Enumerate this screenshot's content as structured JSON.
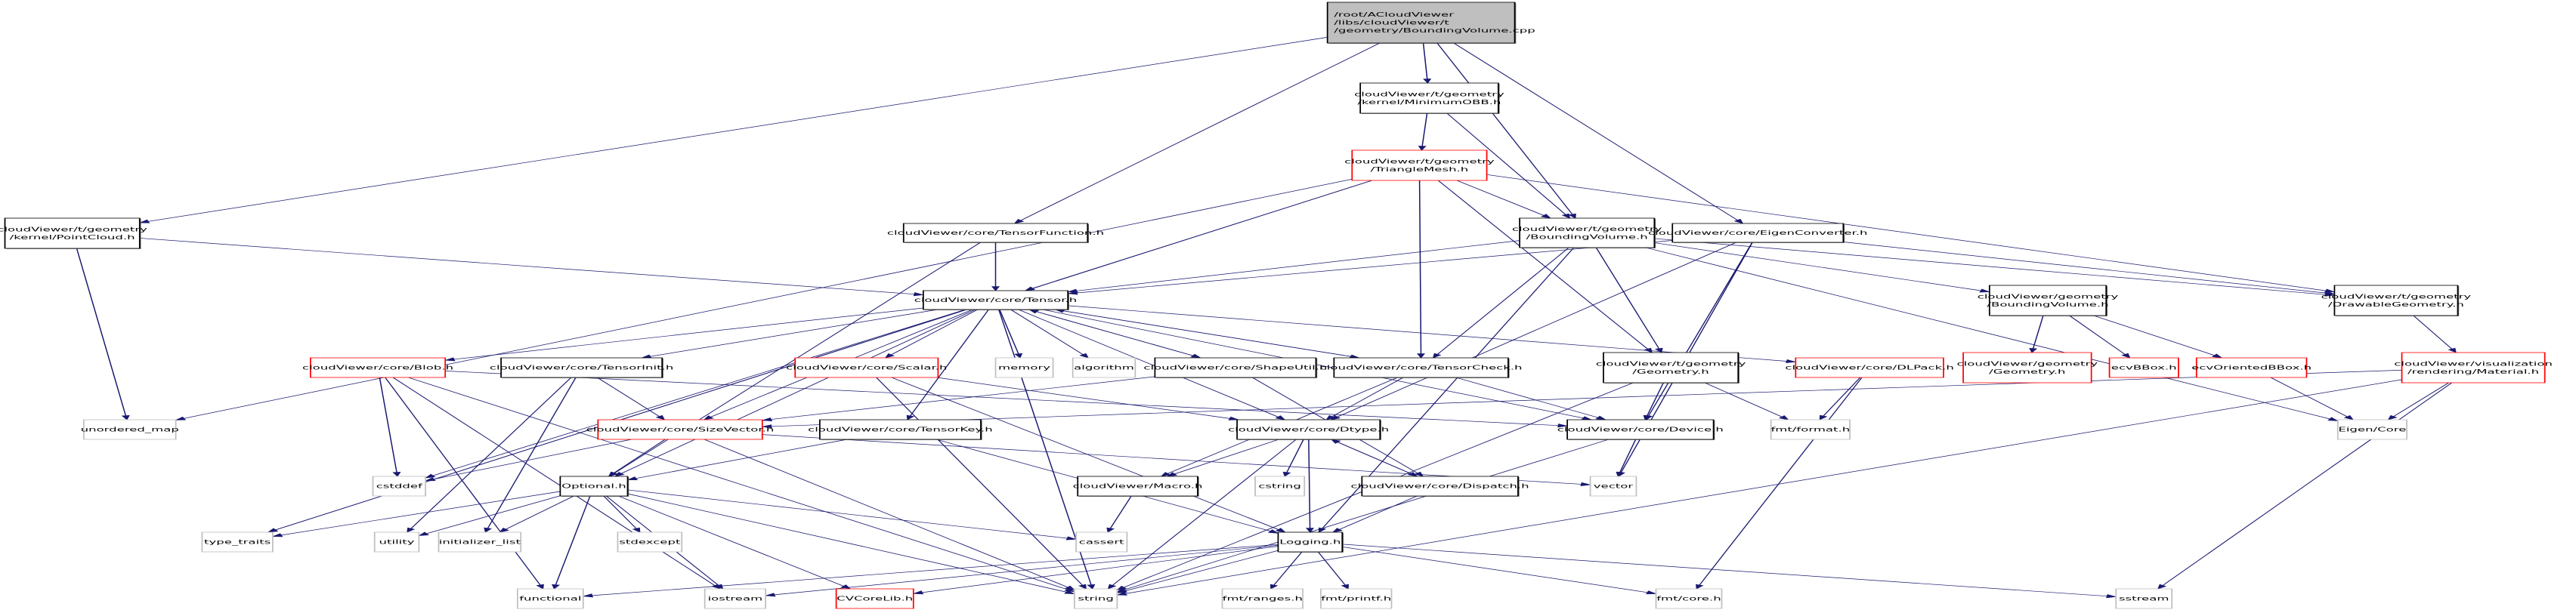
{
  "colors": {
    "edge": "#191970",
    "root_fill": "#bfbfbf",
    "node_border": "#000000",
    "incomplete_border": "#ff0000",
    "system_border": "#bfbfbf",
    "node_fill": "#ffffff"
  },
  "nodes": {
    "root": {
      "lines": [
        "/root/ACloudViewer",
        "/libs/cloudViewer/t",
        "/geometry/BoundingVolume.cpp"
      ],
      "kind": "root"
    },
    "pointcloud": {
      "lines": [
        "cloudViewer/t/geometry",
        "/kernel/PointCloud.h"
      ],
      "kind": "normal"
    },
    "minimumobb": {
      "lines": [
        "cloudViewer/t/geometry",
        "/kernel/MinimumOBB.h"
      ],
      "kind": "normal"
    },
    "trianglemesh": {
      "lines": [
        "cloudViewer/t/geometry",
        "/TriangleMesh.h"
      ],
      "kind": "incomplete"
    },
    "tensorfunction": {
      "lines": [
        "cloudViewer/core/TensorFunction.h"
      ],
      "kind": "normal"
    },
    "t_boundingvolume": {
      "lines": [
        "cloudViewer/t/geometry",
        "/BoundingVolume.h"
      ],
      "kind": "normal"
    },
    "eigenconverter": {
      "lines": [
        "cloudViewer/core/EigenConverter.h"
      ],
      "kind": "normal"
    },
    "g_boundingvolume": {
      "lines": [
        "cloudViewer/geometry",
        "/BoundingVolume.h"
      ],
      "kind": "normal"
    },
    "drawablegeometry": {
      "lines": [
        "cloudViewer/t/geometry",
        "/DrawableGeometry.h"
      ],
      "kind": "normal"
    },
    "tensor": {
      "lines": [
        "cloudViewer/core/Tensor.h"
      ],
      "kind": "normal"
    },
    "blob": {
      "lines": [
        "cloudViewer/core/Blob.h"
      ],
      "kind": "incomplete"
    },
    "tensorinit": {
      "lines": [
        "cloudViewer/core/TensorInit.h"
      ],
      "kind": "normal"
    },
    "scalar": {
      "lines": [
        "cloudViewer/core/Scalar.h"
      ],
      "kind": "incomplete"
    },
    "memory": {
      "lines": [
        "memory"
      ],
      "kind": "system"
    },
    "algorithm": {
      "lines": [
        "algorithm"
      ],
      "kind": "system"
    },
    "shapeutil": {
      "lines": [
        "cloudViewer/core/ShapeUtil.h"
      ],
      "kind": "normal"
    },
    "tensorcheck": {
      "lines": [
        "cloudViewer/core/TensorCheck.h"
      ],
      "kind": "normal"
    },
    "t_geometry": {
      "lines": [
        "cloudViewer/t/geometry",
        "/Geometry.h"
      ],
      "kind": "normal"
    },
    "dlpack": {
      "lines": [
        "cloudViewer/core/DLPack.h"
      ],
      "kind": "incomplete"
    },
    "g_geometry": {
      "lines": [
        "cloudViewer/geometry",
        "/Geometry.h"
      ],
      "kind": "incomplete"
    },
    "ecvbbox": {
      "lines": [
        "ecvBBox.h"
      ],
      "kind": "incomplete"
    },
    "ecvorientedbbox": {
      "lines": [
        "ecvOrientedBBox.h"
      ],
      "kind": "incomplete"
    },
    "material": {
      "lines": [
        "cloudViewer/visualization",
        "/rendering/Material.h"
      ],
      "kind": "incomplete"
    },
    "unordered_map": {
      "lines": [
        "unordered_map"
      ],
      "kind": "system"
    },
    "sizevector": {
      "lines": [
        "cloudViewer/core/SizeVector.h"
      ],
      "kind": "incomplete"
    },
    "tensorkey": {
      "lines": [
        "cloudViewer/core/TensorKey.h"
      ],
      "kind": "normal"
    },
    "dtype": {
      "lines": [
        "cloudViewer/core/Dtype.h"
      ],
      "kind": "normal"
    },
    "device": {
      "lines": [
        "cloudViewer/core/Device.h"
      ],
      "kind": "normal"
    },
    "fmt_format": {
      "lines": [
        "fmt/format.h"
      ],
      "kind": "system"
    },
    "eigen_core": {
      "lines": [
        "Eigen/Core"
      ],
      "kind": "system"
    },
    "cstddef": {
      "lines": [
        "cstddef"
      ],
      "kind": "system"
    },
    "optional": {
      "lines": [
        "Optional.h"
      ],
      "kind": "normal"
    },
    "macro": {
      "lines": [
        "cloudViewer/Macro.h"
      ],
      "kind": "normal"
    },
    "cstring": {
      "lines": [
        "cstring"
      ],
      "kind": "system"
    },
    "dispatch": {
      "lines": [
        "cloudViewer/core/Dispatch.h"
      ],
      "kind": "normal"
    },
    "vector": {
      "lines": [
        "vector"
      ],
      "kind": "system"
    },
    "type_traits": {
      "lines": [
        "type_traits"
      ],
      "kind": "system"
    },
    "utility": {
      "lines": [
        "utility"
      ],
      "kind": "system"
    },
    "initializer_list": {
      "lines": [
        "initializer_list"
      ],
      "kind": "system"
    },
    "stdexcept": {
      "lines": [
        "stdexcept"
      ],
      "kind": "system"
    },
    "cassert": {
      "lines": [
        "cassert"
      ],
      "kind": "system"
    },
    "logging": {
      "lines": [
        "Logging.h"
      ],
      "kind": "normal"
    },
    "functional": {
      "lines": [
        "functional"
      ],
      "kind": "system"
    },
    "iostream": {
      "lines": [
        "iostream"
      ],
      "kind": "system"
    },
    "cvcorelib": {
      "lines": [
        "CVCoreLib.h"
      ],
      "kind": "incomplete"
    },
    "string": {
      "lines": [
        "string"
      ],
      "kind": "system"
    },
    "fmt_ranges": {
      "lines": [
        "fmt/ranges.h"
      ],
      "kind": "system"
    },
    "fmt_printf": {
      "lines": [
        "fmt/printf.h"
      ],
      "kind": "system"
    },
    "fmt_core": {
      "lines": [
        "fmt/core.h"
      ],
      "kind": "system"
    },
    "sstream": {
      "lines": [
        "sstream"
      ],
      "kind": "system"
    }
  },
  "edges": [
    [
      "root",
      "pointcloud"
    ],
    [
      "root",
      "tensorfunction"
    ],
    [
      "root",
      "minimumobb"
    ],
    [
      "root",
      "t_boundingvolume"
    ],
    [
      "root",
      "eigenconverter"
    ],
    [
      "minimumobb",
      "trianglemesh"
    ],
    [
      "minimumobb",
      "t_boundingvolume"
    ],
    [
      "trianglemesh",
      "unordered_map"
    ],
    [
      "trianglemesh",
      "type_traits"
    ],
    [
      "trianglemesh",
      "tensor"
    ],
    [
      "trianglemesh",
      "tensorcheck"
    ],
    [
      "trianglemesh",
      "t_boundingvolume"
    ],
    [
      "trianglemesh",
      "t_geometry"
    ],
    [
      "trianglemesh",
      "drawablegeometry"
    ],
    [
      "pointcloud",
      "unordered_map"
    ],
    [
      "pointcloud",
      "tensor"
    ],
    [
      "tensorfunction",
      "tensor"
    ],
    [
      "tensorfunction",
      "optional"
    ],
    [
      "t_boundingvolume",
      "tensor"
    ],
    [
      "t_boundingvolume",
      "tensorcheck"
    ],
    [
      "t_boundingvolume",
      "t_geometry"
    ],
    [
      "t_boundingvolume",
      "g_boundingvolume"
    ],
    [
      "t_boundingvolume",
      "drawablegeometry"
    ],
    [
      "t_boundingvolume",
      "eigen_core"
    ],
    [
      "t_boundingvolume",
      "logging"
    ],
    [
      "eigenconverter",
      "tensor"
    ],
    [
      "eigenconverter",
      "dtype"
    ],
    [
      "eigenconverter",
      "device"
    ],
    [
      "eigenconverter",
      "drawablegeometry"
    ],
    [
      "eigenconverter",
      "vector"
    ],
    [
      "g_boundingvolume",
      "g_geometry"
    ],
    [
      "g_boundingvolume",
      "ecvbbox"
    ],
    [
      "g_boundingvolume",
      "ecvorientedbbox"
    ],
    [
      "ecvorientedbbox",
      "eigen_core"
    ],
    [
      "drawablegeometry",
      "material"
    ],
    [
      "material",
      "eigen_core"
    ],
    [
      "material",
      "sizevector"
    ],
    [
      "material",
      "string"
    ],
    [
      "material",
      "sstream"
    ],
    [
      "tensor",
      "blob"
    ],
    [
      "tensor",
      "tensorinit"
    ],
    [
      "tensor",
      "sizevector"
    ],
    [
      "tensor",
      "scalar"
    ],
    [
      "tensor",
      "memory"
    ],
    [
      "tensor",
      "algorithm"
    ],
    [
      "tensor",
      "shapeutil"
    ],
    [
      "tensor",
      "tensorcheck"
    ],
    [
      "tensor",
      "dlpack"
    ],
    [
      "tensor",
      "device"
    ],
    [
      "tensor",
      "dtype"
    ],
    [
      "tensor",
      "tensorkey"
    ],
    [
      "tensor",
      "cstddef"
    ],
    [
      "tensor",
      "type_traits"
    ],
    [
      "tensor",
      "string"
    ],
    [
      "tensor",
      "optional"
    ],
    [
      "tensorcheck",
      "tensor"
    ],
    [
      "tensorcheck",
      "dtype"
    ],
    [
      "tensorcheck",
      "device"
    ],
    [
      "tensorcheck",
      "macro"
    ],
    [
      "t_geometry",
      "device"
    ],
    [
      "t_geometry",
      "fmt_format"
    ],
    [
      "t_geometry",
      "string"
    ],
    [
      "dlpack",
      "fmt_format"
    ],
    [
      "dlpack",
      "fmt_core"
    ],
    [
      "blob",
      "cstddef"
    ],
    [
      "blob",
      "functional"
    ],
    [
      "blob",
      "string"
    ],
    [
      "blob",
      "iostream"
    ],
    [
      "blob",
      "device"
    ],
    [
      "tensorinit",
      "utility"
    ],
    [
      "tensorinit",
      "initializer_list"
    ],
    [
      "tensorinit",
      "sizevector"
    ],
    [
      "scalar",
      "dtype"
    ],
    [
      "scalar",
      "logging"
    ],
    [
      "scalar",
      "string"
    ],
    [
      "shapeutil",
      "sizevector"
    ],
    [
      "shapeutil",
      "tensor"
    ],
    [
      "shapeutil",
      "dispatch"
    ],
    [
      "sizevector",
      "cstddef"
    ],
    [
      "sizevector",
      "optional"
    ],
    [
      "sizevector",
      "string"
    ],
    [
      "sizevector",
      "vector"
    ],
    [
      "tensorkey",
      "optional"
    ],
    [
      "tensorkey",
      "logging"
    ],
    [
      "dtype",
      "macro"
    ],
    [
      "dtype",
      "cstring"
    ],
    [
      "dtype",
      "logging"
    ],
    [
      "dtype",
      "string"
    ],
    [
      "dtype",
      "dispatch"
    ],
    [
      "dispatch",
      "dtype"
    ],
    [
      "dispatch",
      "logging"
    ],
    [
      "device",
      "vector"
    ],
    [
      "device",
      "string"
    ],
    [
      "macro",
      "cassert"
    ],
    [
      "optional",
      "type_traits"
    ],
    [
      "optional",
      "utility"
    ],
    [
      "optional",
      "initializer_list"
    ],
    [
      "optional",
      "stdexcept"
    ],
    [
      "optional",
      "functional"
    ],
    [
      "optional",
      "cvcorelib"
    ],
    [
      "optional",
      "string"
    ],
    [
      "optional",
      "cassert"
    ],
    [
      "optional",
      "iostream"
    ],
    [
      "logging",
      "functional"
    ],
    [
      "logging",
      "iostream"
    ],
    [
      "logging",
      "cvcorelib"
    ],
    [
      "logging",
      "string"
    ],
    [
      "logging",
      "fmt_ranges"
    ],
    [
      "logging",
      "fmt_printf"
    ],
    [
      "logging",
      "fmt_core"
    ],
    [
      "logging",
      "sstream"
    ]
  ]
}
